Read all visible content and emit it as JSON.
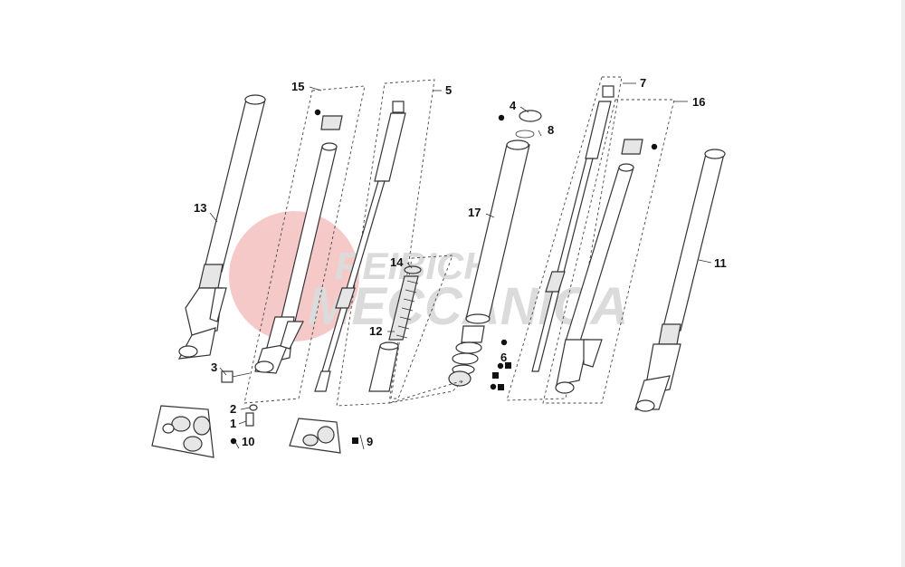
{
  "watermark": {
    "line1": "REIBICH",
    "line2": "MECCANICA",
    "color_circle": "#f4b8b8",
    "color_text": "#d0d0d0"
  },
  "labels": {
    "l1": "1",
    "l2": "2",
    "l3": "3",
    "l4": "4",
    "l5": "5",
    "l6": "6",
    "l7": "7",
    "l8": "8",
    "l9": "9",
    "l10": "10",
    "l11": "11",
    "l12": "12",
    "l13": "13",
    "l14": "14",
    "l15": "15",
    "l16": "16",
    "l17": "17"
  },
  "kit_markers": [
    "dot",
    "square"
  ]
}
